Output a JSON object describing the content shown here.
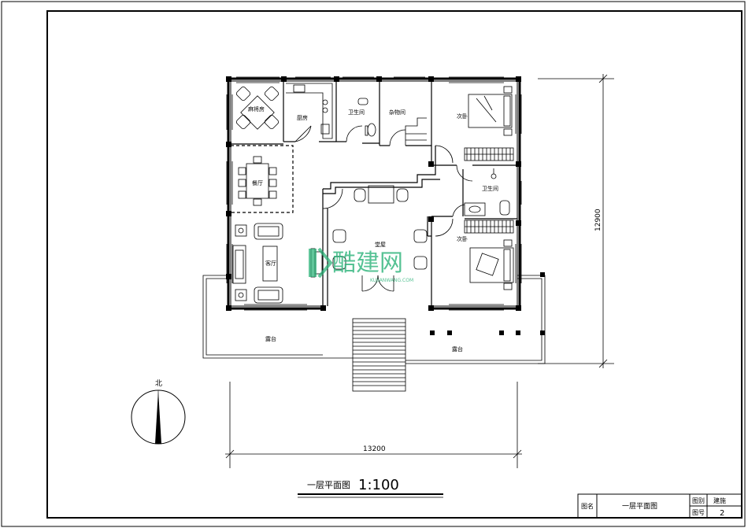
{
  "rooms": {
    "mahjong": "麻将房",
    "kitchen": "厨房",
    "bath_top": "卫生间",
    "storage": "杂物间",
    "bedroom_top": "次卧",
    "dining": "餐厅",
    "bath_right": "卫生间",
    "hall": "堂屋",
    "living": "客厅",
    "bedroom_bottom": "次卧",
    "terrace_left": "露台",
    "terrace_right": "露台"
  },
  "dimensions": {
    "width": "13200",
    "height": "12900"
  },
  "compass": {
    "north": "北"
  },
  "plan_title": {
    "name": "一层平面图",
    "scale": "1:100"
  },
  "title_block": {
    "name_label": "图名",
    "name_value": "一层平面图",
    "category_label": "图别",
    "category_value": "建施",
    "number_label": "图号",
    "number_value": "2"
  },
  "watermark": {
    "text": "酷建网",
    "sub": "KUJIANWANG.COM"
  },
  "colors": {
    "line": "#000000",
    "watermark": "#2db37a"
  }
}
